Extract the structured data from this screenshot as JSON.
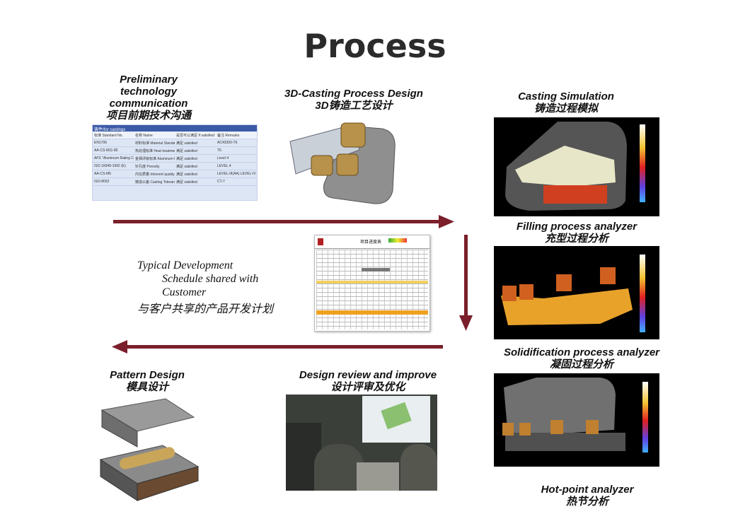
{
  "title": "Process",
  "steps": {
    "preliminary": {
      "en_lines": [
        "Preliminary",
        "technology",
        "communication"
      ],
      "cn": "项目前期技术沟通"
    },
    "casting_design": {
      "en": "3D-Casting Process Design",
      "cn": "3D铸造工艺设计"
    },
    "casting_sim": {
      "en": "Casting Simulation",
      "cn": "铸造过程模拟"
    },
    "filling": {
      "en": "Filling  process  analyzer",
      "cn": "充型过程分析"
    },
    "solidification": {
      "en": "Solidification process  analyzer",
      "cn": "凝固过程分析"
    },
    "hotpoint": {
      "en": "Hot-point  analyzer",
      "cn": "热节分析"
    },
    "pattern": {
      "en": "Pattern Design",
      "cn": "模具设计"
    },
    "review": {
      "en": "Design review and improve",
      "cn": "设计评审及优化"
    },
    "schedule": {
      "en_lines": [
        "Typical Development",
        "Schedule shared with",
        "Customer"
      ],
      "cn": "与客户共享的产品开发计划"
    }
  },
  "spec_table": {
    "header": "铸件/for castings",
    "columns": [
      "标准 Standard No.",
      "名称 Name",
      "是否可以满足 If satisfied",
      "备注 Remarks"
    ],
    "rows": [
      [
        "EN1706",
        "材料标准 Material Standard",
        "满足 satisfied",
        "AC43300-T6"
      ],
      [
        "AA-CS-M11-85",
        "热处理标准 Heat treatment Standard",
        "满足 satisfied",
        "T6"
      ],
      [
        "AFS \"Aluminum Rating Chart\"",
        "金相评级标准 Aluminum Rating Standard",
        "满足 satisfied",
        "Level 4"
      ],
      [
        "ISO 10049-1992 (E)",
        "针孔度 Porosity",
        "满足 satisfied",
        "LEVEL 4"
      ],
      [
        "AA-CS-M5",
        "内在质量 Inherent quality",
        "满足 satisfied",
        "LEVEL-III(AA) LEVEL-IV (B)"
      ],
      [
        "ISO-8062",
        "铸造公差 Casting Tolerance",
        "满足 satisfied",
        "CT-7"
      ]
    ]
  },
  "schedule_doc": {
    "title": "项目进度表"
  },
  "colors": {
    "arrow": "#7a1f2b",
    "casting_gold": "#b8924a",
    "sim_hot": "#e8a22a"
  }
}
